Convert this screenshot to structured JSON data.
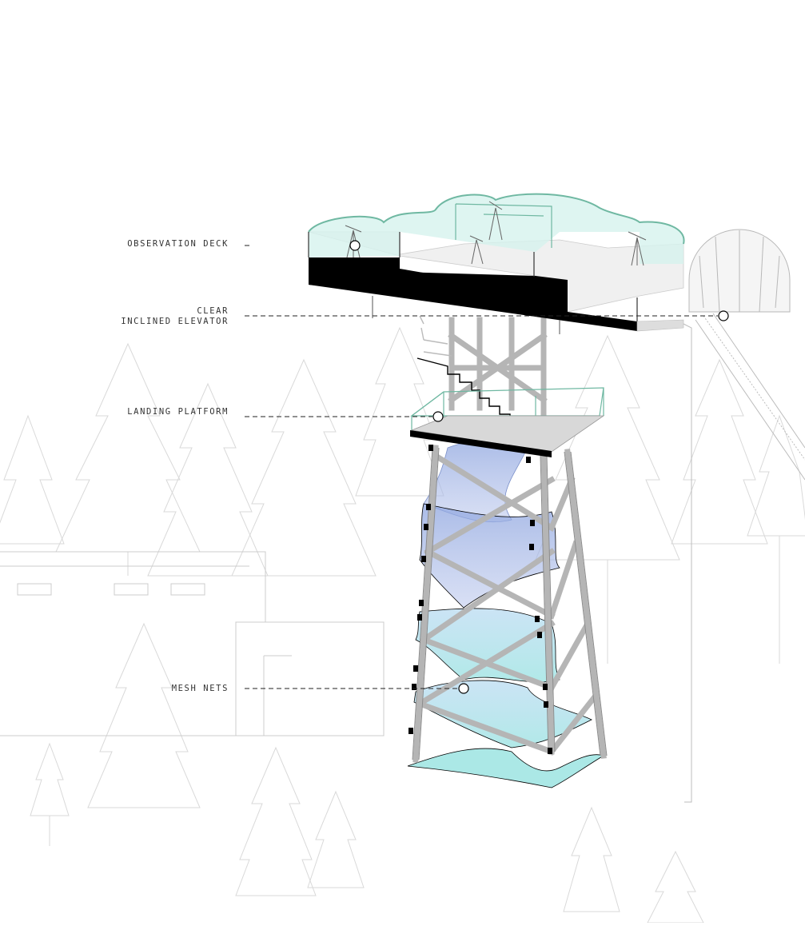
{
  "diagram": {
    "labels": {
      "observation_deck": "OBSERVATION DECK",
      "clear_elevator_line1": "CLEAR",
      "clear_elevator_line2": "INCLINED ELEVATOR",
      "landing_platform": "LANDING PLATFORM",
      "mesh_nets": "MESH NETS"
    },
    "colors": {
      "deck_glass": "#d6f3ee",
      "deck_rail": "#6fb8a2",
      "slab": "#000000",
      "structure": "#b9b9b9",
      "mesh_blue": "#8ea5df",
      "mesh_cyan": "#8fe0de",
      "context_lines": "#cfcfcf"
    }
  }
}
